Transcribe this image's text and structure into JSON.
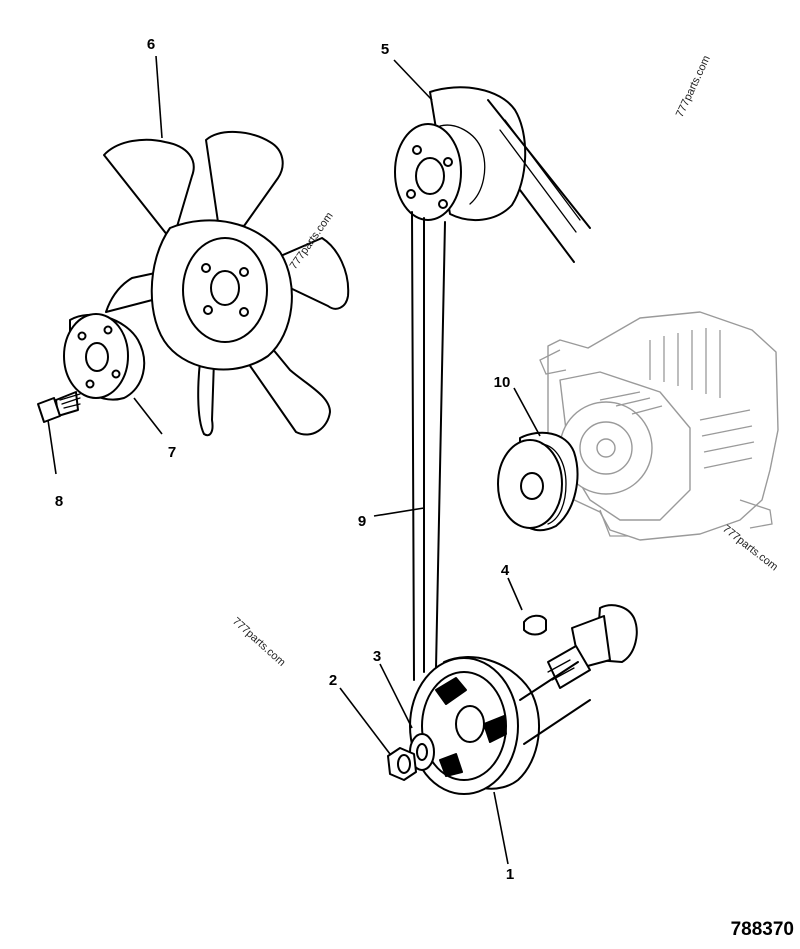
{
  "diagram": {
    "reference_number": "788370",
    "callouts": {
      "c1": "1",
      "c2": "2",
      "c3": "3",
      "c4": "4",
      "c5": "5",
      "c6": "6",
      "c7": "7",
      "c8": "8",
      "c9": "9",
      "c10": "10"
    },
    "watermarks": [
      "777parts.com",
      "777parts.com",
      "777parts.com",
      "777parts.com"
    ]
  }
}
